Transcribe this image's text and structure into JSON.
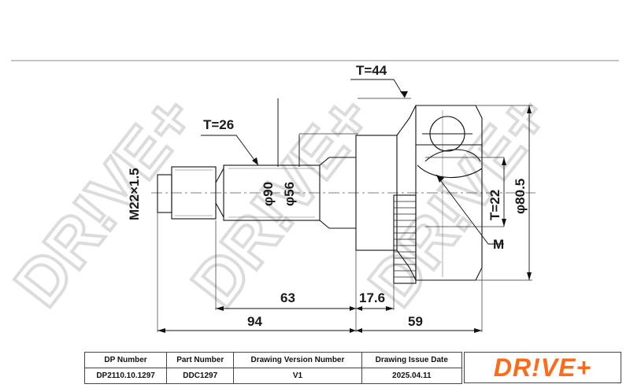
{
  "watermark_text": "DR!VE+",
  "dimensions": {
    "t44": "T=44",
    "t26": "T=26",
    "m22": "M22×1.5",
    "phi90": "φ90",
    "phi56": "φ56",
    "t22": "T=22",
    "phi805": "φ80.5",
    "m_label": "M",
    "d63": "63",
    "d176": "17.6",
    "d94": "94",
    "d59": "59"
  },
  "title_block": {
    "headers": {
      "dp_number": "DP Number",
      "part_number": "Part Number",
      "version": "Drawing Version Number",
      "issue_date": "Drawing Issue Date"
    },
    "values": {
      "dp_number": "DP2110.10.1297",
      "part_number": "DDC1297",
      "version": "V1",
      "issue_date": "2025.04.11"
    }
  },
  "logo": {
    "text": "DR!VE+",
    "color": "#ff6a1a"
  }
}
